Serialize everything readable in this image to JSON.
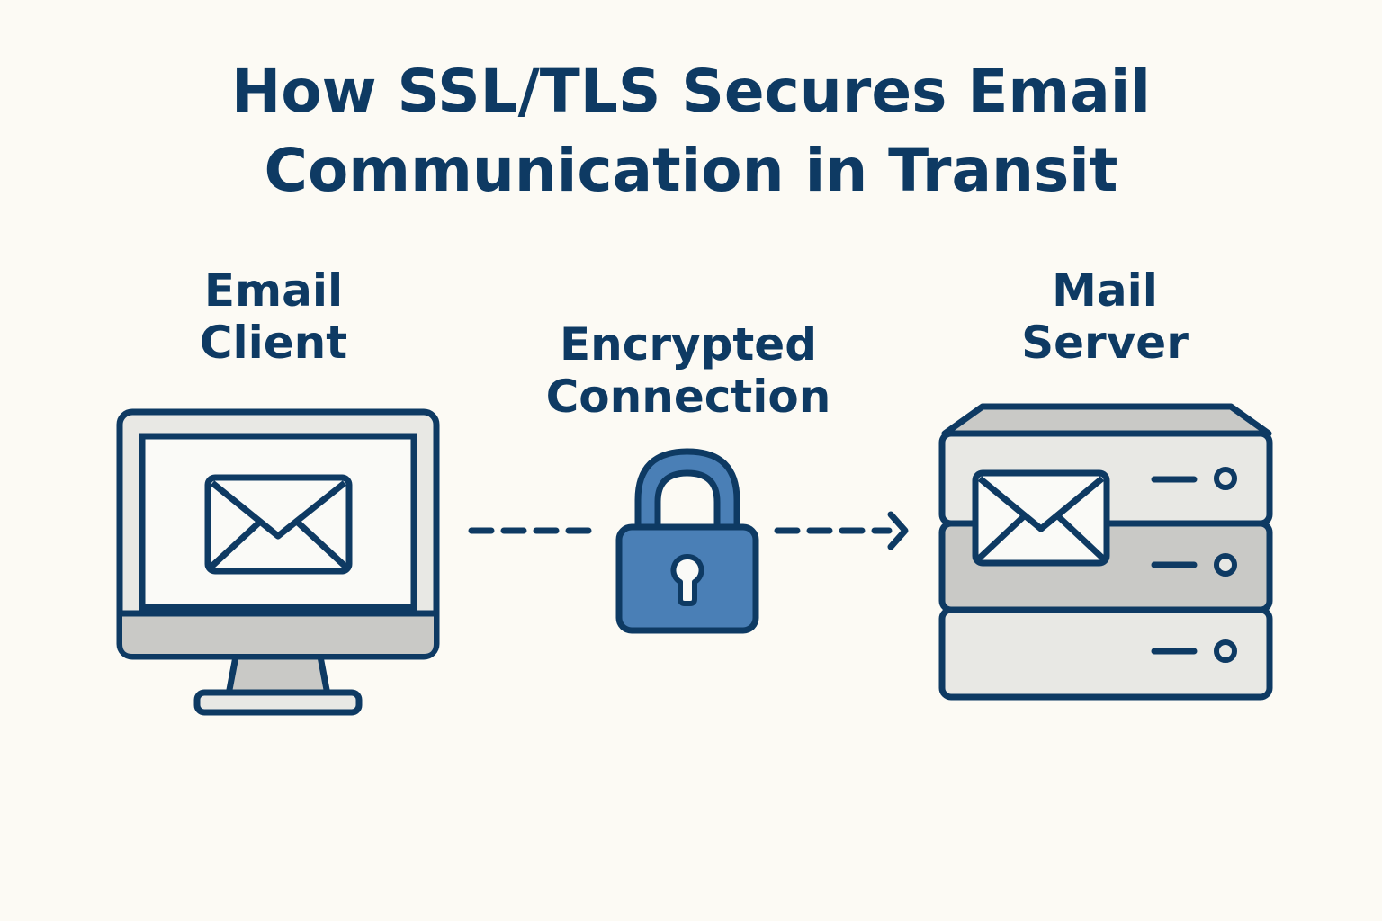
{
  "title": {
    "line1": "How SSL/TLS Secures Email",
    "line2": "Communication in Transit"
  },
  "nodes": {
    "client": {
      "line1": "Email",
      "line2": "Client",
      "icon": "monitor-with-envelope-icon"
    },
    "connection": {
      "line1": "Encrypted",
      "line2": "Connection",
      "icon": "padlock-icon"
    },
    "server": {
      "line1": "Mail",
      "line2": "Server",
      "icon": "server-stack-with-envelope-icon"
    }
  },
  "colors": {
    "background": "#FCFAF4",
    "ink": "#0E3A63",
    "lock_blue": "#4A7FB6",
    "light_gray": "#E8E8E4",
    "mid_gray": "#C9C9C6",
    "screen_white": "#FAFAF7"
  }
}
